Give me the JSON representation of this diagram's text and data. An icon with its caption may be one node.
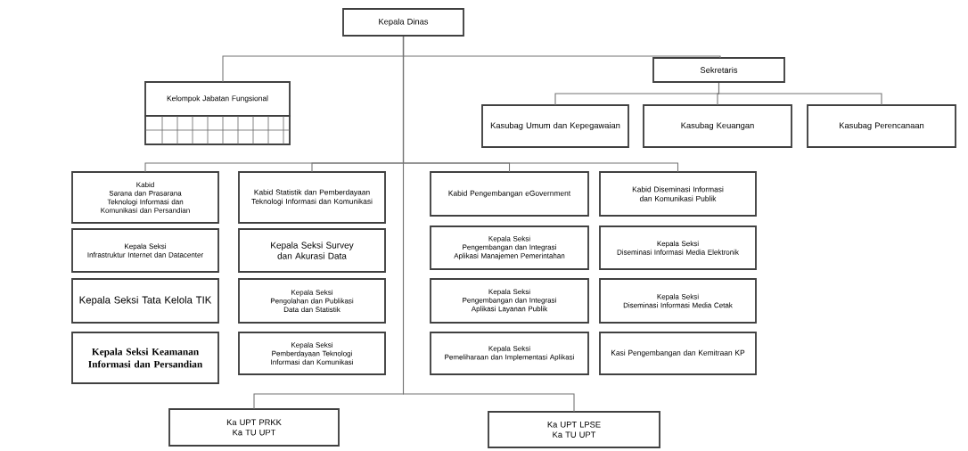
{
  "diagram": {
    "nodes": [
      {
        "text": [
          "Kepala Dinas"
        ]
      },
      {
        "text": [
          "Kelompok Jabatan Fungsional"
        ]
      },
      {
        "text": [
          "Sekretaris"
        ]
      },
      {
        "text": [
          "Kasubag Umum dan Kepegawaian"
        ]
      },
      {
        "text": [
          "Kasubag Keuangan"
        ]
      },
      {
        "text": [
          "Kasubag Perencanaan"
        ]
      },
      {
        "text": [
          "Kabid",
          "Sarana dan Prasarana Teknologi Informasi dan Komunikasi dan Persandian"
        ]
      },
      {
        "text": [
          "Kepala Seksi",
          "Infrastruktur Internet dan Datacenter"
        ]
      },
      {
        "text": [
          "Kepala Seksi Tata Kelola TIK"
        ]
      },
      {
        "text": [
          "Kepala Seksi Keamanan Informasi dan Persandian"
        ]
      },
      {
        "text": [
          "Kabid Statistik dan Pemberdayaan Teknologi Informasi dan Komunikasi"
        ]
      },
      {
        "text": [
          "Kepala Seksi Survey dan Akurasi Data"
        ]
      },
      {
        "text": [
          "Kepala Seksi",
          "Pengolahan dan Publikasi Data dan Statistik"
        ]
      },
      {
        "text": [
          "Kepala Seksi",
          "Pemberdayaan Teknologi Informasi dan Komunikasi"
        ]
      },
      {
        "text": [
          "Kabid Pengembangan eGovernment"
        ]
      },
      {
        "text": [
          "Kepala Seksi",
          "Pengembangan dan Integrasi Aplikasi Manajemen Pemerintahan"
        ]
      },
      {
        "text": [
          "Kepala Seksi",
          "Pengembangan dan Integrasi Aplikasi Layanan Publik"
        ]
      },
      {
        "text": [
          "Kepala Seksi",
          "Pemeliharaan dan Implementasi Aplikasi"
        ]
      },
      {
        "text": [
          "Kabid Diseminasi Informasi dan Komunikasi Publik"
        ]
      },
      {
        "text": [
          "Kepala Seksi",
          "Diseminasi Informasi Media Elektronik"
        ]
      },
      {
        "text": [
          "Kepala Seksi",
          "Diseminasi Informasi Media Cetak"
        ]
      },
      {
        "text": [
          "Kasi Pengembangan dan Kemitraan KP"
        ]
      },
      {
        "text": [
          "Ka UPT PRKK",
          "Ka TU UPT"
        ]
      },
      {
        "text": [
          "Ka UPT LPSE",
          "Ka TU UPT"
        ]
      }
    ],
    "edges": [
      {
        "from": 0,
        "to": 1,
        "arrow": "none"
      },
      {
        "from": 0,
        "to": 2,
        "arrow": "none"
      },
      {
        "from": 2,
        "to": 3,
        "arrow": "none"
      },
      {
        "from": 2,
        "to": 4,
        "arrow": "none"
      },
      {
        "from": 2,
        "to": 5,
        "arrow": "none"
      },
      {
        "from": 0,
        "to": 6,
        "arrow": "none"
      },
      {
        "from": 0,
        "to": 10,
        "arrow": "none"
      },
      {
        "from": 0,
        "to": 14,
        "arrow": "none"
      },
      {
        "from": 0,
        "to": 18,
        "arrow": "none"
      },
      {
        "from": 0,
        "to": 22,
        "arrow": "none"
      },
      {
        "from": 0,
        "to": 23,
        "arrow": "none"
      }
    ]
  }
}
